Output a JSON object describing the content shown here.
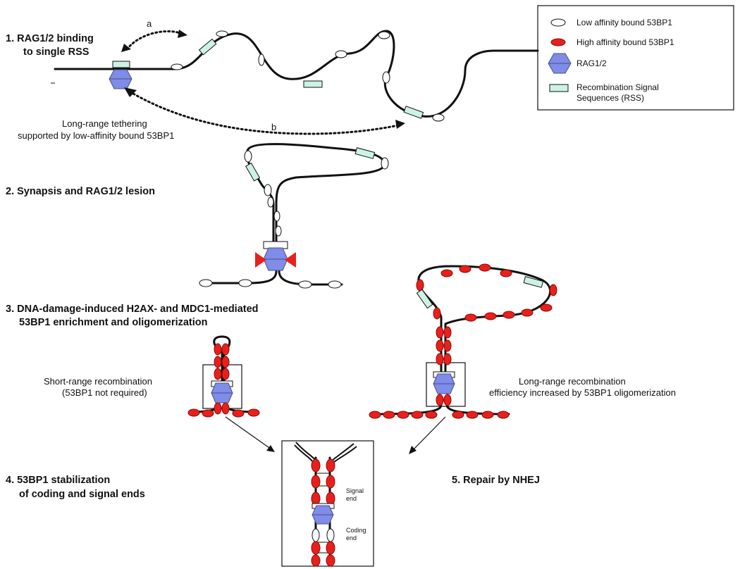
{
  "legend": {
    "items": [
      {
        "symbol": "low-affinity",
        "label": "Low affinity bound 53BP1"
      },
      {
        "symbol": "high-affinity",
        "label": "High affinity bound 53BP1"
      },
      {
        "symbol": "rag",
        "label": "RAG1/2"
      },
      {
        "symbol": "rss",
        "label_line1": "Recombination Signal",
        "label_line2": "Sequences (RSS)"
      }
    ]
  },
  "steps": {
    "s1_line1": "1. RAG1/2 binding",
    "s1_line2": "to single RSS",
    "s2": "2. Synapsis and RAG1/2 lesion",
    "s3_line1": "3. DNA-damage-induced H2AX- and MDC1-mediated",
    "s3_line2": "53BP1 enrichment and oligomerization",
    "s4_line1": "4. 53BP1 stabilization",
    "s4_line2": "of coding and signal ends",
    "s5": "5. Repair by NHEJ"
  },
  "notes": {
    "arrow_a": "a",
    "arrow_b": "b",
    "tether_line1": "Long-range tethering",
    "tether_line2": "supported by low-affinity bound 53BP1",
    "short_line1": "Short-range recombination",
    "short_line2": "(53BP1 not required)",
    "long_line1": "Long-range recombination",
    "long_line2": "efficiency increased by 53BP1 oligomerization",
    "signal_line1": "Signal",
    "signal_line2": "end",
    "coding_line1": "Coding",
    "coding_line2": "end"
  },
  "colors": {
    "low_affinity": "#ffffff",
    "high_affinity": "#e8201c",
    "rag": "#7f8ce8",
    "rss": "#ccf2e6",
    "lesion": "#e8201c"
  }
}
